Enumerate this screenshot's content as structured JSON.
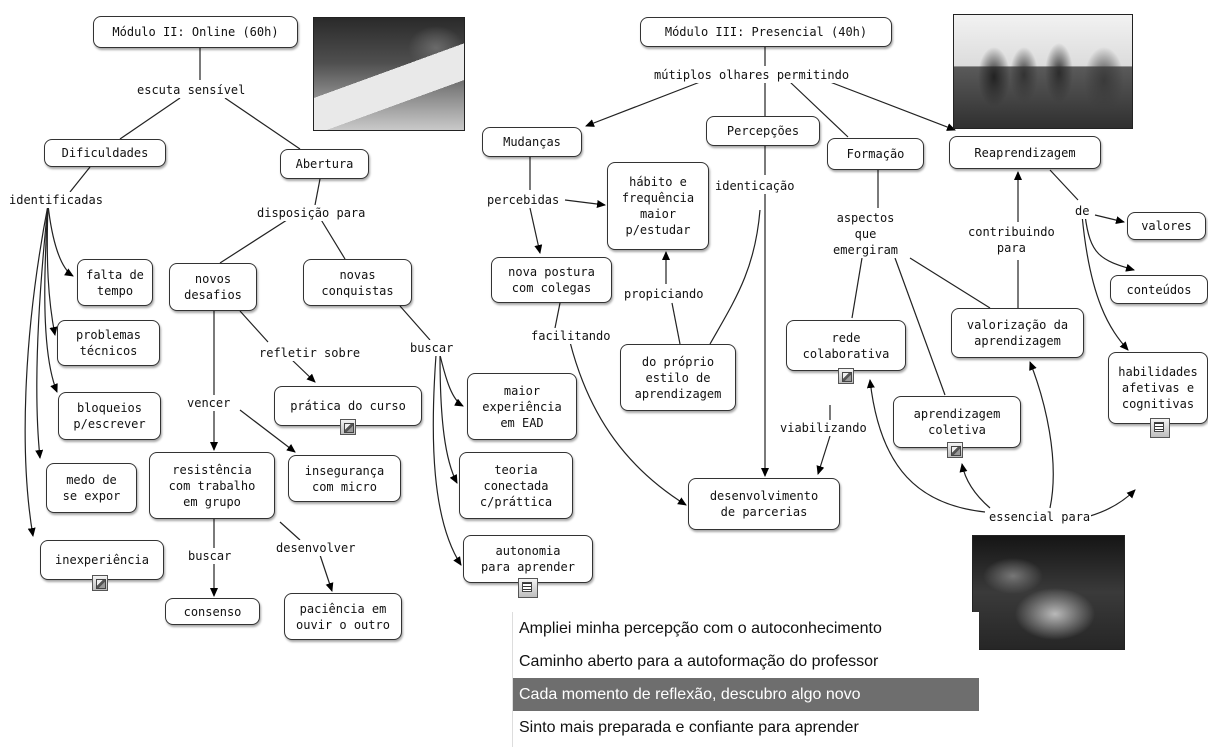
{
  "nodes": {
    "modulo2": "Módulo II: Online (60h)",
    "dificuldades": "Dificuldades",
    "abertura": "Abertura",
    "falta_tempo": "falta de\ntempo",
    "problemas": "problemas\ntécnicos",
    "bloqueios": "bloqueios\np/escrever",
    "medo": "medo de\nse expor",
    "inexperiencia": "inexperiência",
    "novos_desafios": "novos\ndesafios",
    "novas_conquistas": "novas\nconquistas",
    "pratica_curso": "prática do curso",
    "resistencia": "resistência\ncom trabalho\nem grupo",
    "inseguranca": "insegurança\ncom micro",
    "consenso": "consenso",
    "paciencia": "paciência em\nouvir o outro",
    "maior_experiencia": "maior\nexperiência\nem EAD",
    "teoria": "teoria\nconectada\nc/prátti­ca",
    "autonomia": "autonomia\npara aprender",
    "modulo3": "Módulo III: Presencial (40h)",
    "mudancas": "Mudanças",
    "percepcoes": "Percepções",
    "formacao": "Formação",
    "reaprendizagem": "Reaprendizagem",
    "habito": "hábito e\nfrequência\nmaior\np/estudar",
    "nova_postura": "nova postura\ncom colegas",
    "proprio_estilo": "do próprio\nestilo de\naprendizagem",
    "desenvolvimento": "desenvolvimento\nde parcerias",
    "rede": "rede\ncolaborativa",
    "aprendizagem_coletiva": "aprendizagem\ncoletiva",
    "valorizacao": "valorização da\naprendizagem",
    "valores": "valores",
    "conteudos": "conteúdos",
    "habilidades": "habilidades\nafetivas e\ncognitivas"
  },
  "link_labels": {
    "escuta": "escuta sensível",
    "identificadas": "identificadas",
    "disposicao": "disposição para",
    "refletir": "refletir sobre",
    "vencer": "vencer",
    "buscar1": "buscar",
    "desenvolver": "desenvolver",
    "buscar2": "buscar",
    "multiplos": "mútiplos olhares permitindo",
    "percebidas": "percebidas",
    "identicacao": "identicação",
    "facilitando": "facilitando",
    "propiciando": "propiciando",
    "aspectos": "aspectos\nque\nemergiram",
    "contribuindo": "contribuindo\npara",
    "de": "de",
    "viabilizando": "viabilizando",
    "essencial": "essencial para"
  },
  "dropdown": {
    "items": [
      "Ampliei minha percepção com o autoconhecimento",
      "Caminho aberto para a autoformação do professor",
      "Cada momento de reflexão,  descubro algo novo",
      "Sinto mais preparada e confiante para aprender"
    ],
    "selected_index": 2
  },
  "icons": [
    "image-resource-icon",
    "document-resource-icon",
    "photo"
  ],
  "colors": {
    "node_border": "#333333",
    "selected_bg": "#6e6e6e"
  }
}
